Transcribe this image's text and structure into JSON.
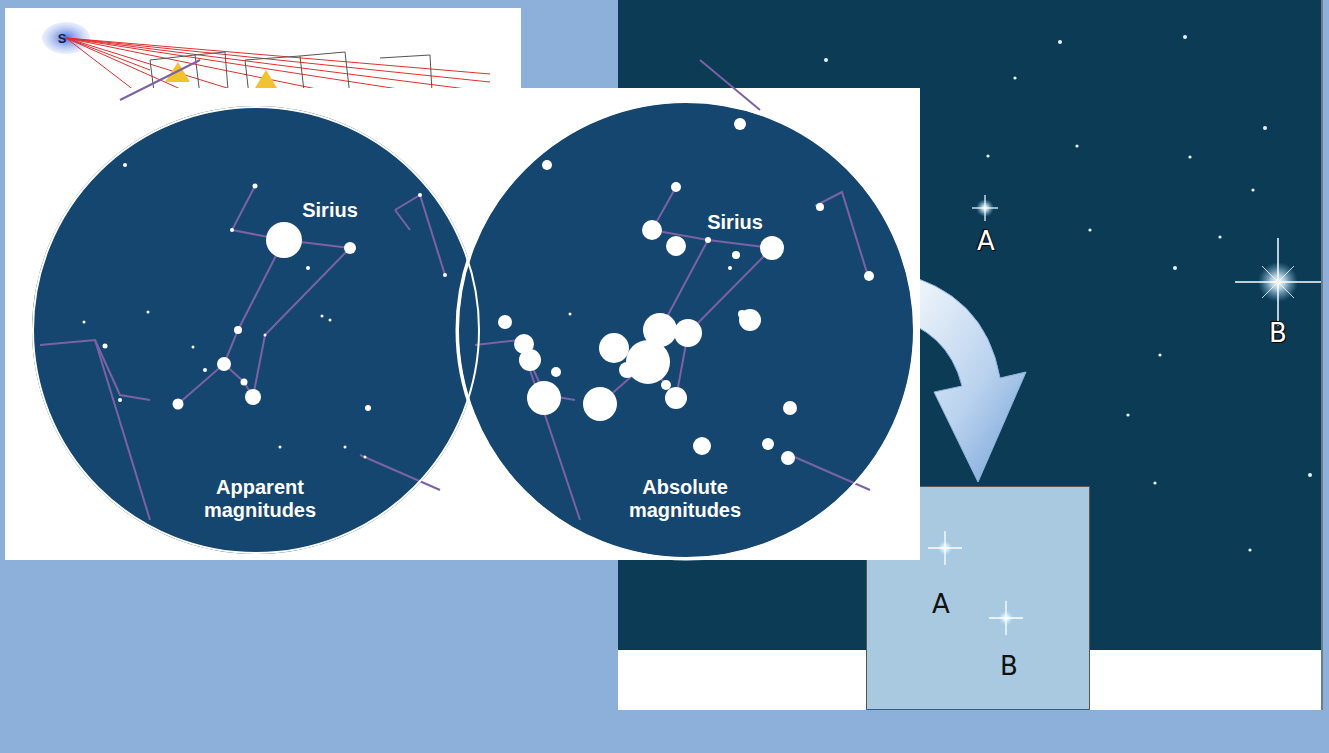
{
  "diagram": {
    "nodes": [
      {
        "text": [
          "Sirius",
          "Apparent magnitudes"
        ]
      },
      {
        "text": [
          "Sirius",
          "Absolute magnitudes"
        ]
      },
      {
        "text": [
          "A",
          "B"
        ]
      },
      {
        "text": [
          "A",
          "B"
        ],
        "in": 2
      }
    ],
    "labels": [
      "S"
    ]
  }
}
